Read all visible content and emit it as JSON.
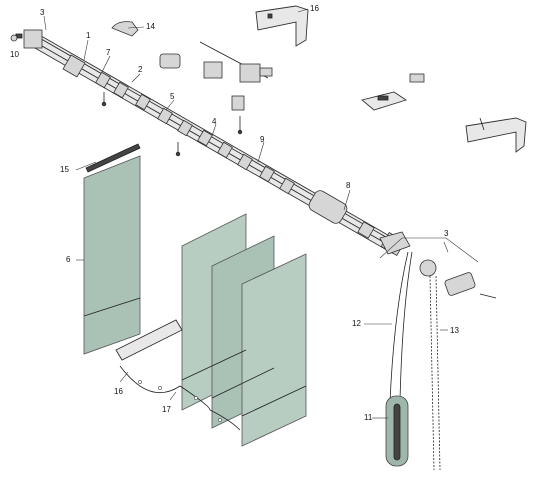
{
  "callouts": {
    "c1": "1",
    "c2": "2",
    "c3a": "3",
    "c3b": "3",
    "c4": "4",
    "c5": "5",
    "c6": "6",
    "c7": "7",
    "c8": "8",
    "c9": "9",
    "c10": "10",
    "c11": "11",
    "c12": "12",
    "c13": "13",
    "c14": "14",
    "c15": "15",
    "c16a": "16",
    "c16b": "16",
    "c17": "17"
  },
  "colors": {
    "vane": "#a9c2b5",
    "line": "#222222"
  }
}
